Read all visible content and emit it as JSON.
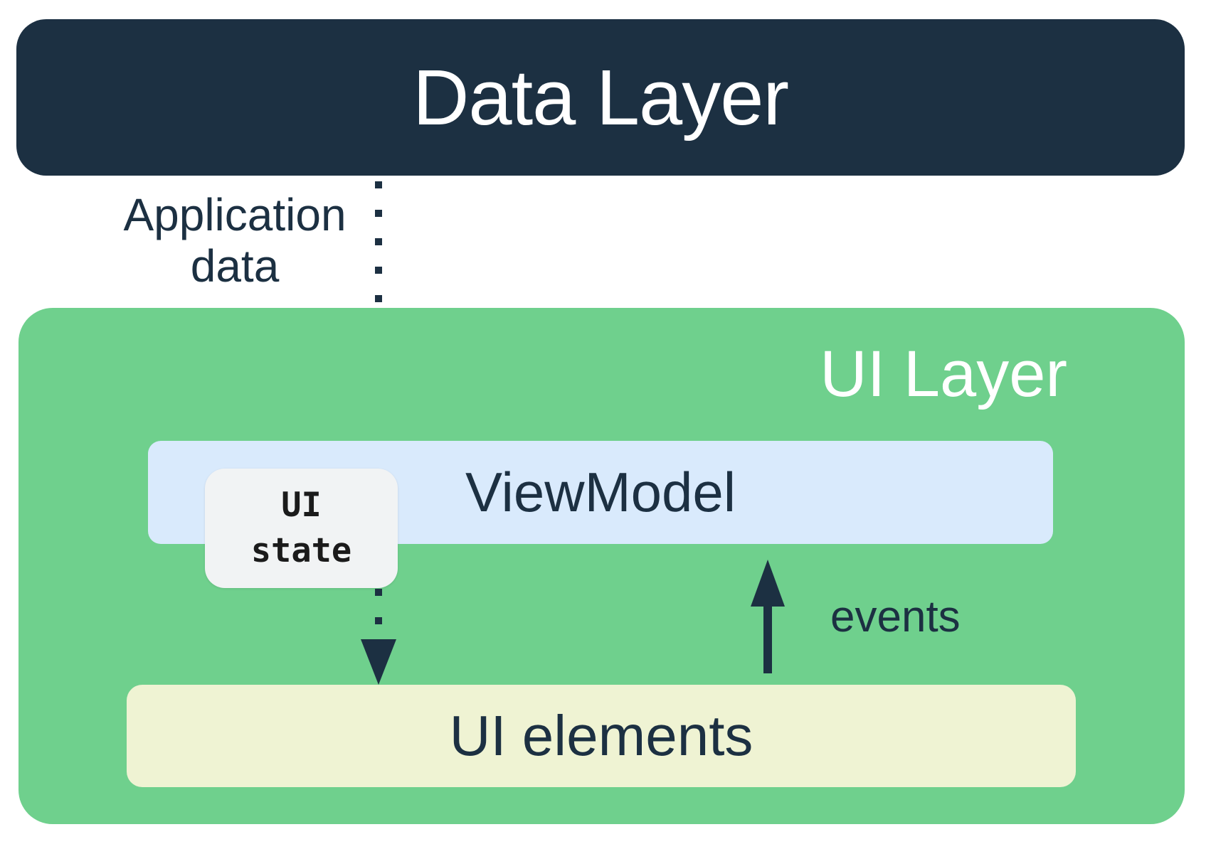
{
  "diagram": {
    "data_layer": {
      "label": "Data Layer"
    },
    "application_data_label": {
      "line1": "Application",
      "line2": "data"
    },
    "ui_layer": {
      "label": "UI Layer"
    },
    "viewmodel": {
      "label": "ViewModel"
    },
    "ui_state_badge": {
      "line1": "UI",
      "line2": "state"
    },
    "events_label": "events",
    "ui_elements": {
      "label": "UI elements"
    }
  },
  "colors": {
    "navy": "#1C3042",
    "green": "#6FD08D",
    "light-blue": "#D9EAFC",
    "cream": "#EFF3D3",
    "gray": "#F1F3F4",
    "white": "#FFFFFF",
    "mono-text": "#1B1B1B"
  }
}
